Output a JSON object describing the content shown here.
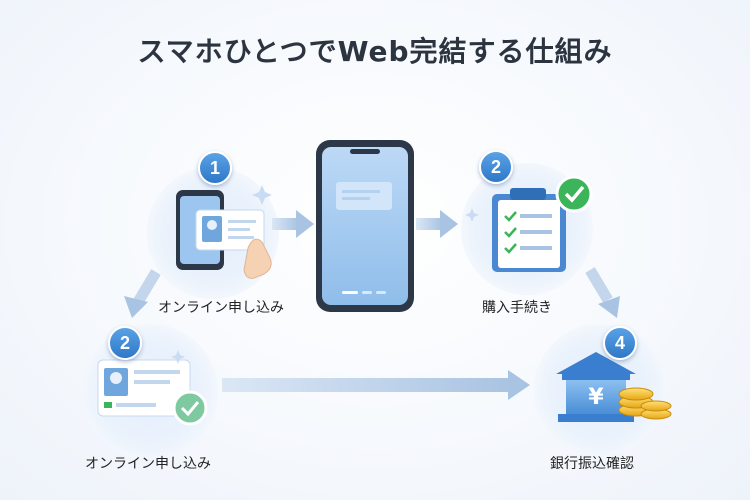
{
  "title": "スマホひとつでWeb完結する仕組み",
  "steps": [
    {
      "number": "1",
      "label": "オンライン申し込み"
    },
    {
      "number": "2",
      "label": "購入手続き"
    },
    {
      "number": "2",
      "label": "オンライン申し込み"
    },
    {
      "number": "4",
      "label": "銀行振込確認"
    }
  ],
  "bank_symbol": "¥",
  "colors": {
    "accent_blue": "#3a86d6",
    "check_green": "#3cb55a",
    "arrow": "#b9cde6",
    "title": "#2c3440"
  }
}
